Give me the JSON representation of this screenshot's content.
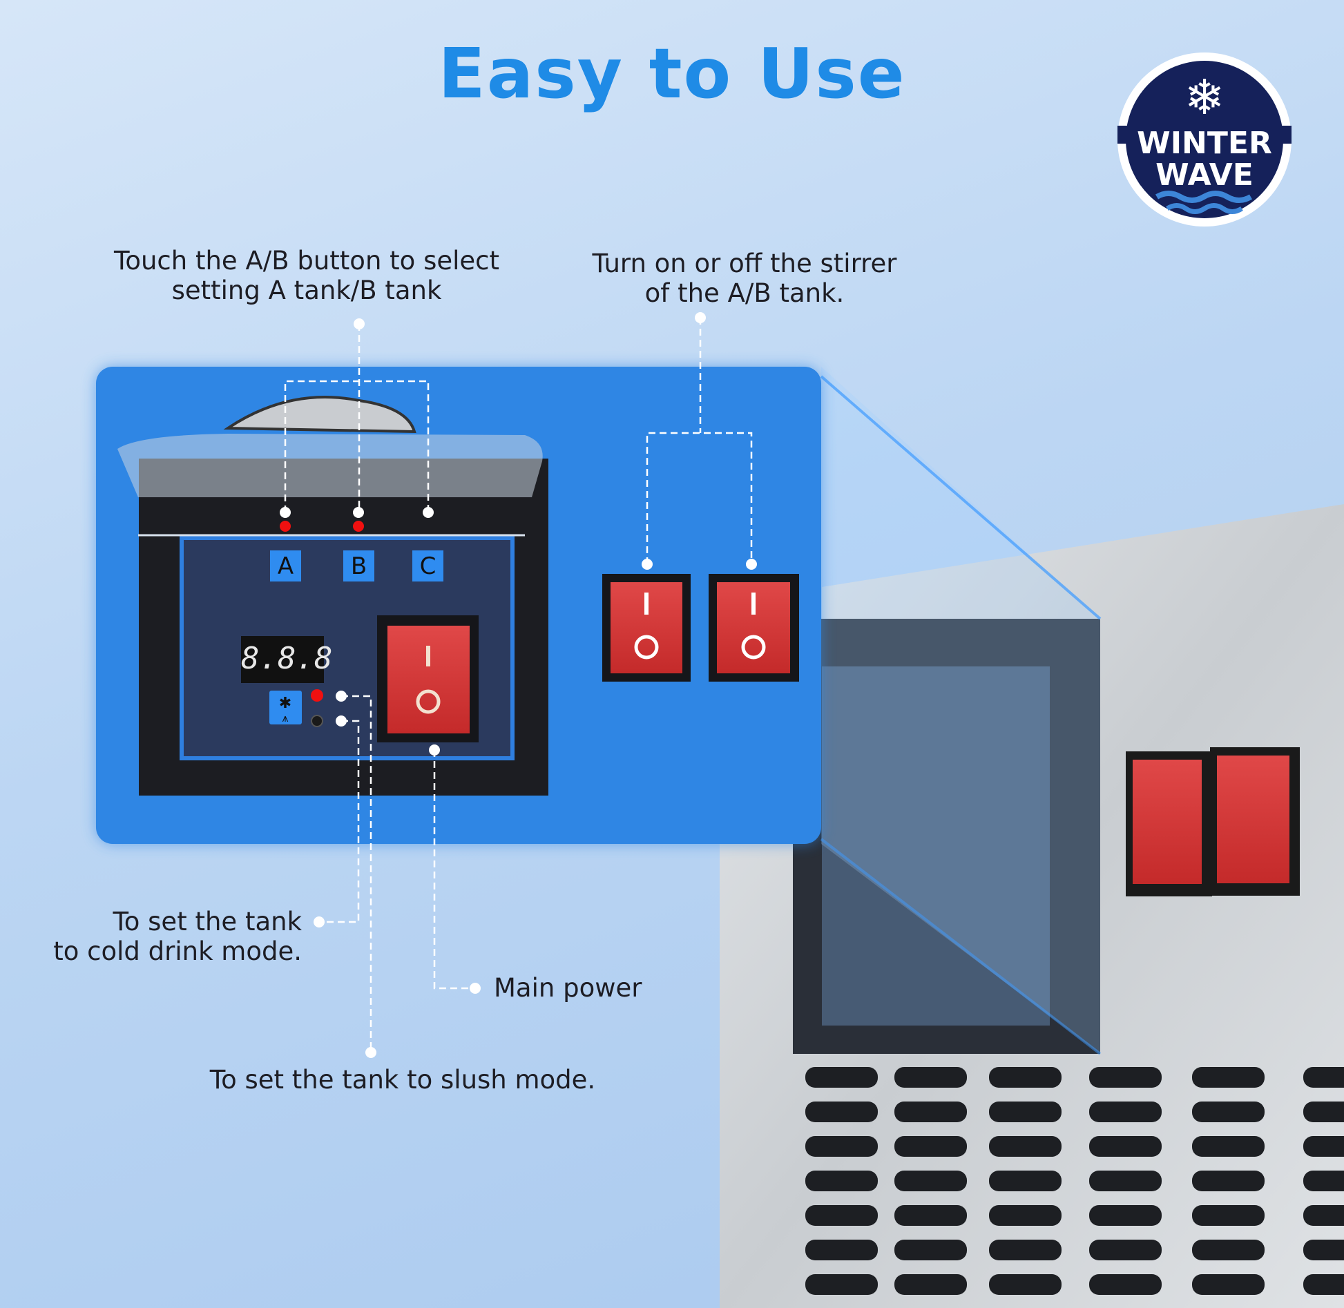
{
  "title": "Easy to Use",
  "logo": {
    "line1": "WINTER",
    "line2": "WAVE"
  },
  "callouts": {
    "ab_select": [
      "Touch the A/B button to select",
      "setting A tank/B tank"
    ],
    "stirrer": [
      "Turn on or off the stirrer",
      "of the A/B tank."
    ],
    "cold_mode": [
      "To set the tank",
      "to cold drink mode."
    ],
    "main_power": "Main power",
    "slush_mode": "To set the tank to slush mode."
  },
  "panel": {
    "buttons": [
      "A",
      "B",
      "C"
    ],
    "display": "8.8.8",
    "switch_on": "I",
    "switch_off": "O"
  },
  "colors": {
    "accent": "#1f8be6",
    "panel": "#2f86e4",
    "switch": "#d63a3a",
    "logo_navy": "#15215a"
  }
}
